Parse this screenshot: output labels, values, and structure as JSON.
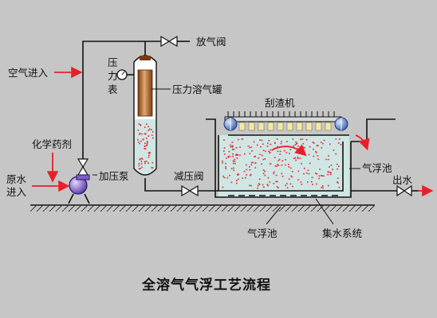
{
  "title": "全溶气气浮工艺流程",
  "labels": {
    "vent_valve": "放气阀",
    "pressure_gauge_line1": "压",
    "pressure_gauge_line2": "力",
    "pressure_gauge_line3": "表",
    "air_inlet": "空气进入",
    "dissolved_air_tank": "压力溶气罐",
    "skimmer": "刮渣机",
    "chemical_agent": "化学药剂",
    "raw_water_line1": "原水",
    "raw_water_line2": "进入",
    "pressure_pump": "加压泵",
    "pressure_reducing_valve": "减压阀",
    "flotation_tank_right": "气浮池",
    "outlet_water": "出水",
    "flotation_tank_bottom": "气浮池",
    "collection_system": "集水系统"
  },
  "colors": {
    "background": "#c6c6c6",
    "water": "#cfe6e4",
    "bubbles": "#e8202a",
    "flow_arrows": "#e8202a",
    "tank_shell": "#b86e2a",
    "roller": "#5d86c4",
    "pump": "#7d5cc4"
  }
}
